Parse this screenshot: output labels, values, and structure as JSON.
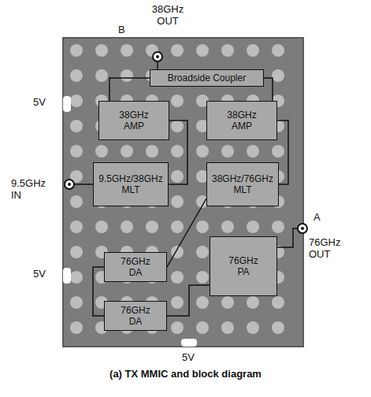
{
  "diagram": {
    "caption": "(a) TX MMIC and block diagram",
    "nodes": [
      {
        "text": [
          "Broadside Coupler"
        ]
      },
      {
        "text": [
          "38GHz AMP"
        ]
      },
      {
        "text": [
          "38GHz AMP"
        ]
      },
      {
        "text": [
          "9.5GHz/38GHz MLT"
        ]
      },
      {
        "text": [
          "38GHz/76GHz MLT"
        ]
      },
      {
        "text": [
          "76GHz DA"
        ]
      },
      {
        "text": [
          "76GHz DA"
        ]
      },
      {
        "text": [
          "76GHz PA"
        ]
      }
    ],
    "edges": [
      {
        "from": 3,
        "to": 1,
        "arrow": "none"
      },
      {
        "from": 1,
        "to": 0,
        "arrow": "none"
      },
      {
        "from": 0,
        "to": 2,
        "arrow": "none"
      },
      {
        "from": 2,
        "to": 4,
        "arrow": "none"
      },
      {
        "from": 4,
        "to": 5,
        "arrow": "none"
      },
      {
        "from": 5,
        "to": 6,
        "arrow": "none"
      },
      {
        "from": 6,
        "to": 7,
        "arrow": "none"
      }
    ],
    "labels": [
      "38GHz OUT",
      "B",
      "5V",
      "9.5GHz IN",
      "5V",
      "A",
      "76GHz OUT",
      "5V"
    ]
  }
}
